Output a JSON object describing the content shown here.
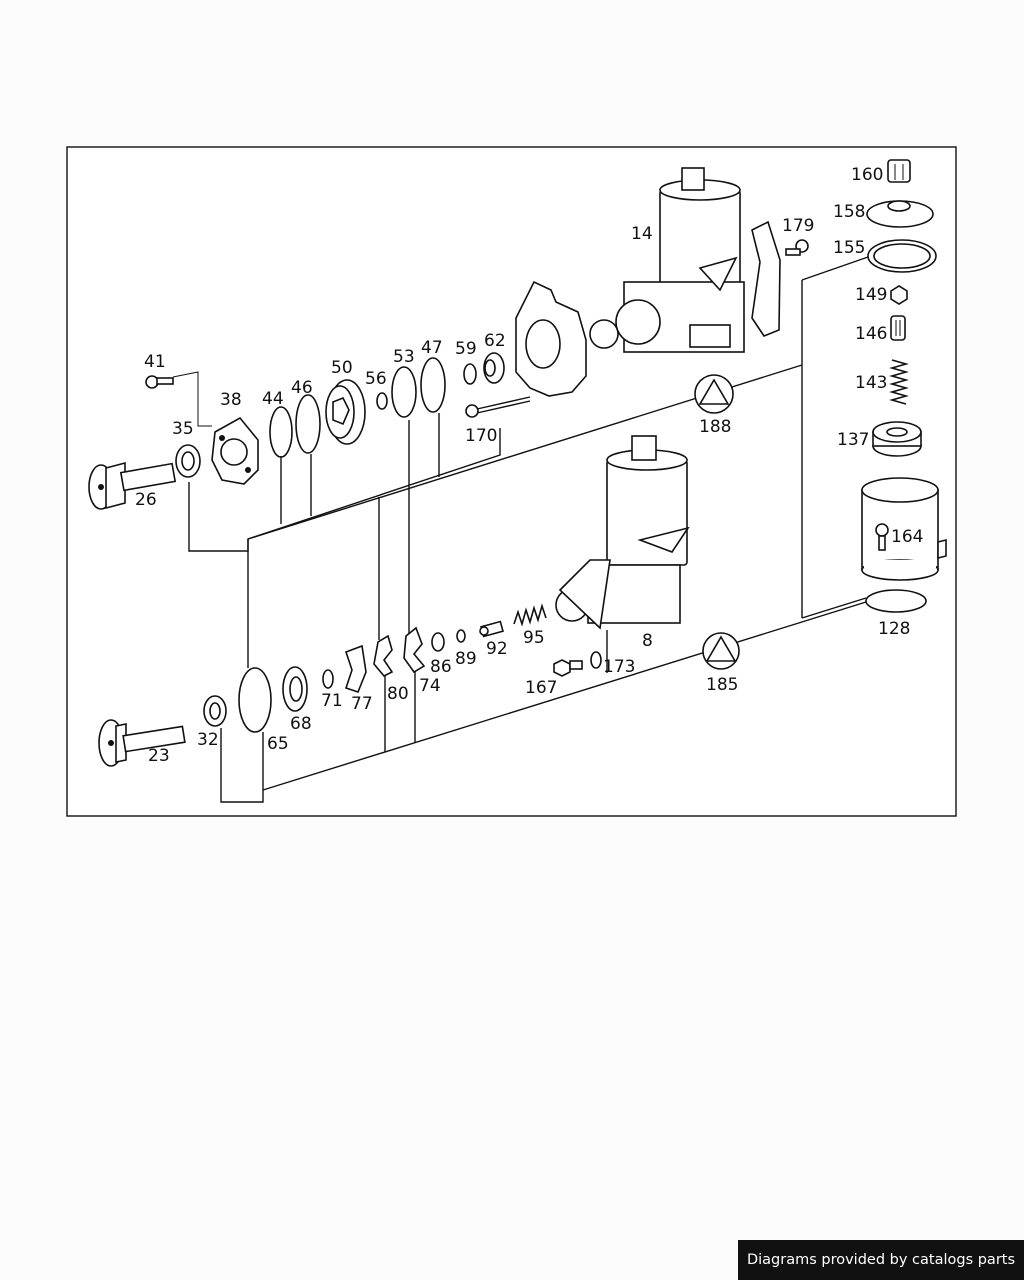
{
  "diagram": {
    "labels": {
      "p8": "8",
      "p14": "14",
      "p23": "23",
      "p26": "26",
      "p32": "32",
      "p35": "35",
      "p38": "38",
      "p41": "41",
      "p44": "44",
      "p46": "46",
      "p47": "47",
      "p50": "50",
      "p53": "53",
      "p56": "56",
      "p59": "59",
      "p62": "62",
      "p65": "65",
      "p68": "68",
      "p71": "71",
      "p74": "74",
      "p77": "77",
      "p80": "80",
      "p86": "86",
      "p89": "89",
      "p92": "92",
      "p95": "95",
      "p128": "128",
      "p137": "137",
      "p143": "143",
      "p146": "146",
      "p149": "149",
      "p155": "155",
      "p158": "158",
      "p160": "160",
      "p164": "164",
      "p167": "167",
      "p170": "170",
      "p173": "173",
      "p179": "179",
      "p185": "185",
      "p188": "188"
    }
  },
  "footer": {
    "credit": "Diagrams provided by catalogs parts"
  }
}
